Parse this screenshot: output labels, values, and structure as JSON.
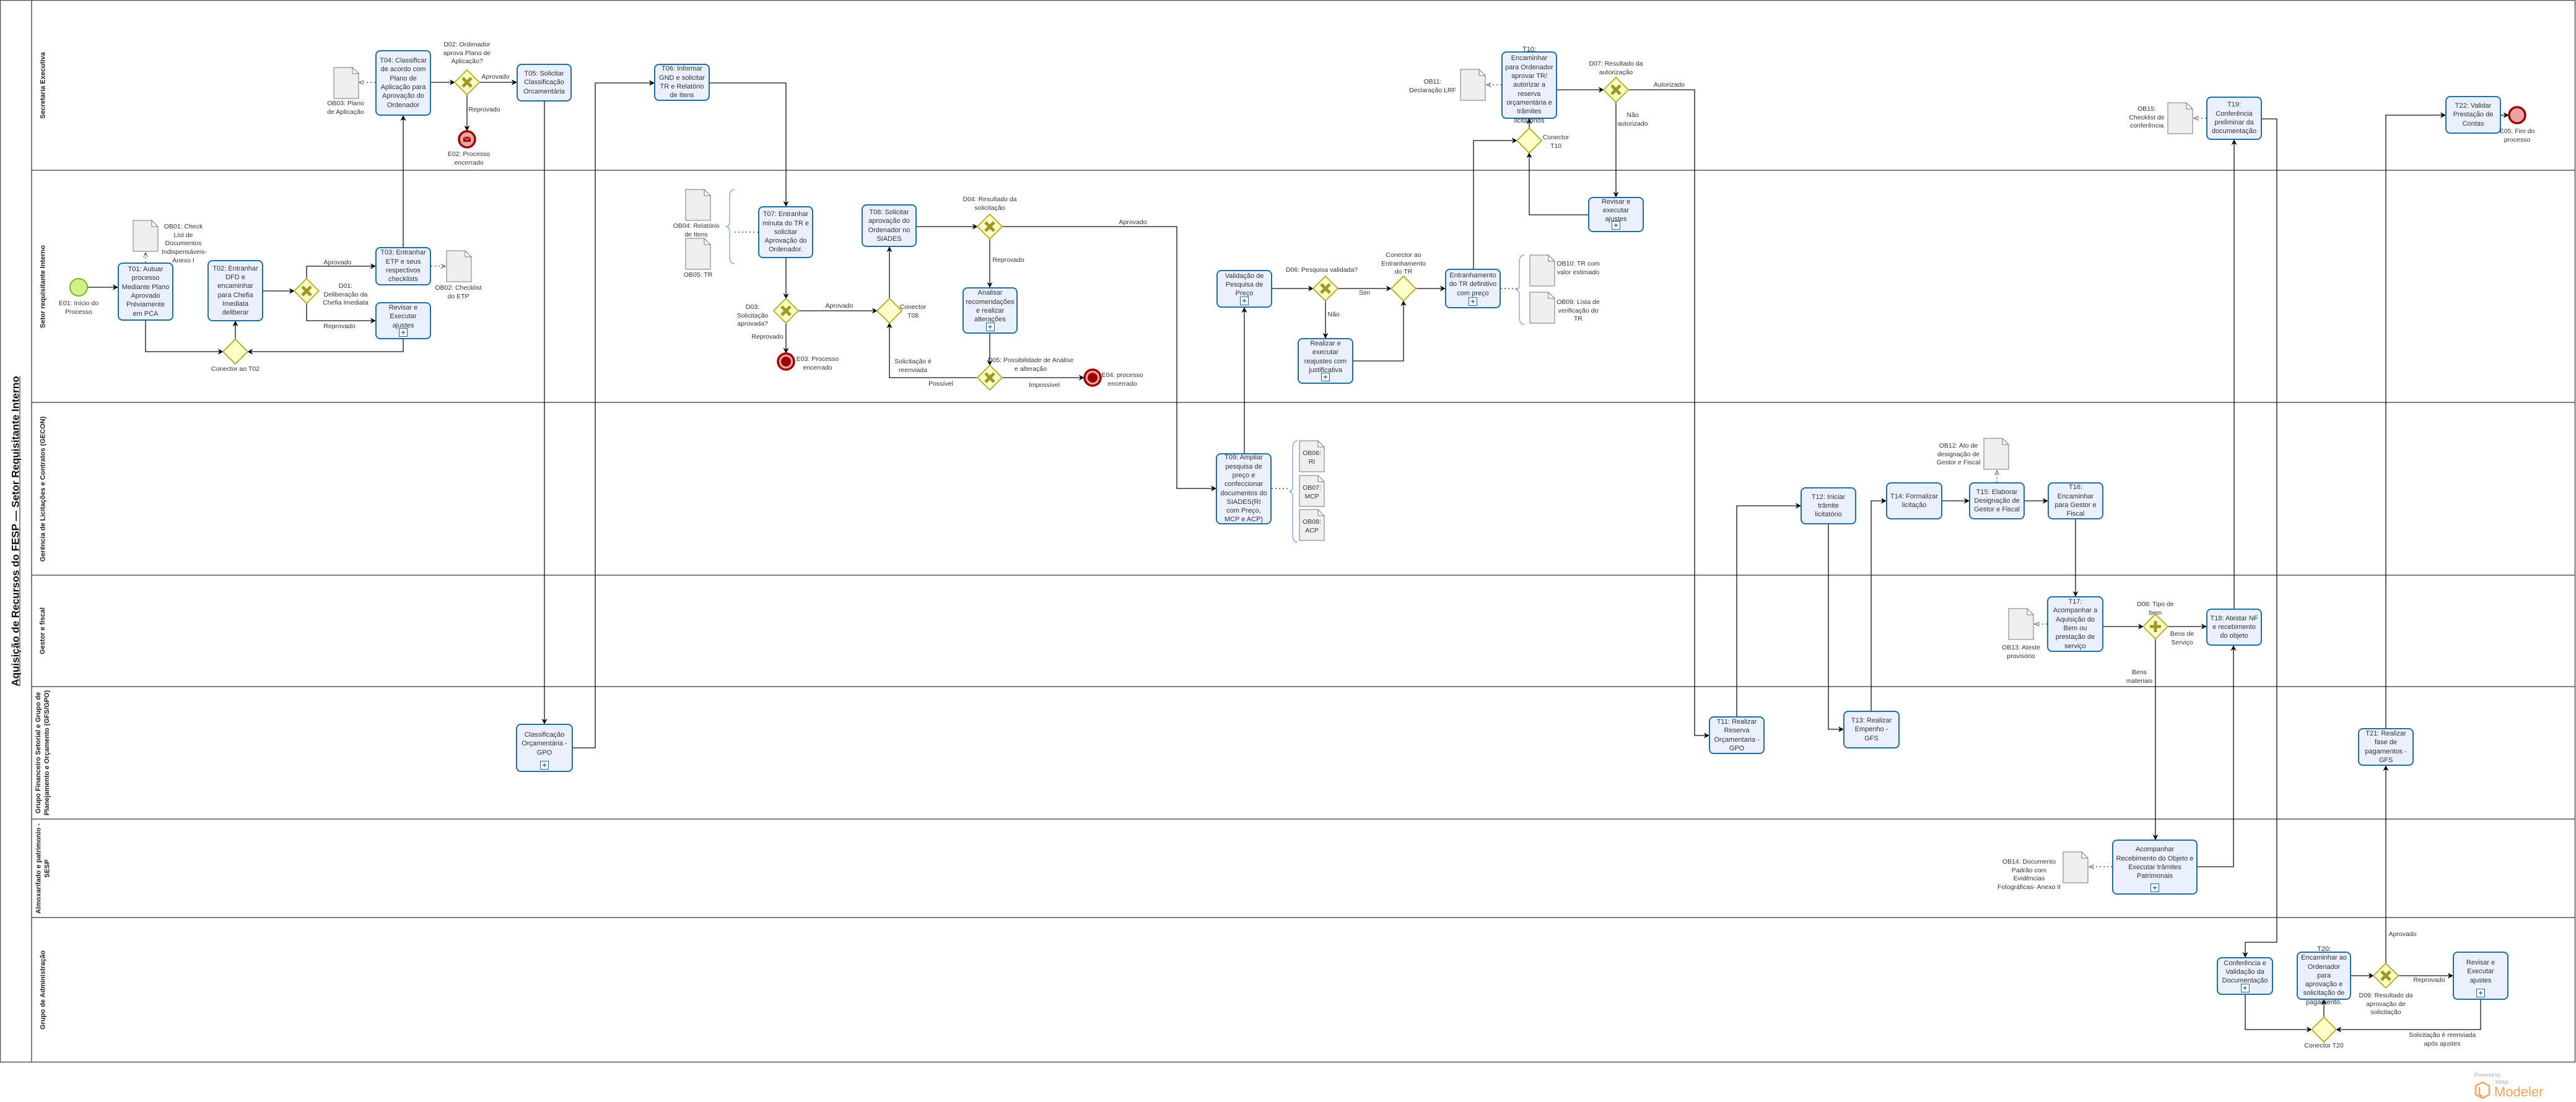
{
  "pool": {
    "title": "Aquisição de Recursos do FESP — Setor Requisitante Interno"
  },
  "lanes": [
    {
      "name": "Secretaria Executiva"
    },
    {
      "name": "Setor requisitante Interno"
    },
    {
      "name": "Gerência de  Licitações e Contratos (GECON)"
    },
    {
      "name": "Gestor e fiscal"
    },
    {
      "name": "Grupo Financeiro Setorial e Grupo de Planejamento e  Orçamento (GFS/GPO)"
    },
    {
      "name": "Almoxarifado e patrimonio - SESP"
    },
    {
      "name": "Grupo de Administração"
    }
  ],
  "tasks": {
    "t01": "T01: Autuar processo Mediante Plano Aprovado Préviamente em PCA",
    "t02": "T02: Entranhar DFD e encaminhar para Chefia Imediata deliberar",
    "t03": "T03: Entranhar ETP e seus respectivos checklists",
    "rev1": "Revisar e Executar ajustes",
    "t04": "T04: Classificar de acordo com Plano de Aplicação para Aprovação do Ordenador",
    "t05": "T05: Solicitar Classificação Orcamentária",
    "gpo": "Classificação Orçamentária - GPO",
    "t06": "T06: Informar GND e solicitar TR e Relatório de Itens",
    "t07": "T07: Entranhar minuta do TR e solicitar Aprovação do Ordenador.",
    "t08": "T08: Solicitar aprovação do Ordenador no SIADES",
    "ana": "Analisar recomendações e realizar alterações",
    "val": "Validação de Pesquisa de Preço",
    "rea": "Realizar e executar reajustes com justificativa",
    "ent": "Entranhamento do TR definitivo com preço",
    "t10": "T10: Encaminhar para Ordenador aprovar TR/ autorizar a reserva orçamentária e trâmites licitatórios",
    "rev2": "Revisar e executar ajustes",
    "t09": "T09: Ampliar pesquisa de preço e confeccionar documentos do SIADES(RI com Preço, MCP e ACP)",
    "t11": "T11: Realizar Reserva Orçamentaria - GPO",
    "t12": "T12: Iniciar trâmite licitatório",
    "t13": "T13: Realizar Empenho - GFS",
    "t14": "T14: Formalizar licitação",
    "t15": "T15: Elaborar Designação de Gestor e Fiscal",
    "t16": "T16: Encaminhar para Gestor e Fiscal",
    "t17": "T17: Acompanhar a Aquisição do Bem ou prestação de serviço",
    "t18": "T18: Atestar NF e recebimento do objeto",
    "acomp": "Acompanhar Recebimento do Objeto e Executar trâmites Patrimonais",
    "t19": "T19: Conferência preliminar da documentação",
    "t22": "T22: Validar Prestação de Contas",
    "conf": "Conferência e Validação da Documentação",
    "t20": "T20: Encaminhar ao Ordenador para aprovação e solicitação de pagamento.",
    "rev3": "Revisar e Executar ajustes",
    "t21": "T21: Realizar fase de pagamentos - GFS"
  },
  "gateways": {
    "d01": {
      "label": "D01: Deliberação da Chefia Imediata",
      "type": "exclusive"
    },
    "ct02": {
      "label": "Conector ao T02",
      "type": "plain"
    },
    "d02": {
      "label": "D02: Ordenador aprova Plano de Aplicação?",
      "type": "exclusive"
    },
    "d03": {
      "label": "D03: Solicitação aprovada?",
      "type": "exclusive"
    },
    "ct08": {
      "label": "Conector T08",
      "type": "plain"
    },
    "d04": {
      "label": "D04: Resultado da solicitação",
      "type": "exclusive"
    },
    "d05": {
      "label": "D05: Possibilidade de Análise e alteração",
      "type": "exclusive"
    },
    "d06": {
      "label": "D06: Pesquisa validada?",
      "type": "exclusive"
    },
    "cent": {
      "label": "Conector ao Entranhamento do TR",
      "type": "plain"
    },
    "ct10": {
      "label": "Conector T10",
      "type": "plain"
    },
    "d07": {
      "label": "D07: Resultado da autorização",
      "type": "exclusive"
    },
    "d08": {
      "label": "D08: Tipo de bem",
      "type": "parallel"
    },
    "ct20": {
      "label": "Conector T20",
      "type": "plain"
    },
    "d09": {
      "label": "D09: Resultado da aprovação de solicitação",
      "type": "exclusive"
    }
  },
  "events": {
    "e01": {
      "label": "E01: Início do Processo",
      "type": "start"
    },
    "e02": {
      "label": "E02: Processo encerrado",
      "type": "message-end"
    },
    "e03": {
      "label": "E03: Processo encerrado",
      "type": "terminate-end"
    },
    "e04": {
      "label": "E04: processo encerrado",
      "type": "terminate-end"
    },
    "e05": {
      "label": "E05: Fim do processo",
      "type": "end"
    }
  },
  "documents": {
    "ob01": "OB01: Check List de Documentos Indispensáveis- Anexo I",
    "ob02": "OB02: Checklist do ETP",
    "ob03": "OB03: Plano de Aplicação",
    "ob04": "OB04: Relatório de Itens",
    "ob05": "OB05: TR",
    "ob06": "OB06: RI",
    "ob07": "OB07: MCP",
    "ob08": "OB08: ACP",
    "ob09": "OB09: Lista de verificação do TR",
    "ob10": "OB10:  TR com valor estimado",
    "ob11": "OB11: Declaração LRF",
    "ob12": "OB12: Ato de designação de Gestor e Fiscal",
    "ob13": "OB13: Ateste provisório",
    "ob14": "OB14: Documento Padrão com Evidências Fotográficas- Anexo II",
    "ob15": "OB15: Checklist de conferência"
  },
  "flow_labels": {
    "d01_aprovado": "Aprovado",
    "d01_reprovado": "Reprovado",
    "d02_aprovado": "Aprovado",
    "d02_reprovado": "Reprovado",
    "d03_aprovado": "Aprovado",
    "d03_reprovado": "Reprovado",
    "d04_aprovado": "Aprovado",
    "d04_reprovado": "Reprovado",
    "d05_possivel": "Possível",
    "d05_impossivel": "Impossível",
    "reenviada": "Solicitação é reenviada",
    "d06_sim": "Sim",
    "d06_nao": "Não",
    "d07_autorizado": "Autorizado",
    "d07_nao": "Não autorizado",
    "d08_servico": "Bens de Serviço",
    "d08_materiais": "Bens materiais",
    "d09_aprovado": "Aprovado",
    "d09_reprovado": "Reprovado",
    "reenviada_ajustes": "Solicitação é reenviada após ajustes"
  },
  "colors": {
    "task_fill": "#eaf0fd",
    "task_border": "#1f6fa0",
    "gateway_fill": "#fdfdc8",
    "gateway_stroke": "#b8b030",
    "gateway_marker": "#9a9a20",
    "start_fill": "#d4f08a",
    "start_stroke": "#7ab51d",
    "end_fill": "#eba3a3",
    "end_stroke": "#a00000",
    "brand": "#f3a35c"
  },
  "branding": {
    "powered_by": "Powered by",
    "brand": "bizagi",
    "product": "Modeler"
  }
}
